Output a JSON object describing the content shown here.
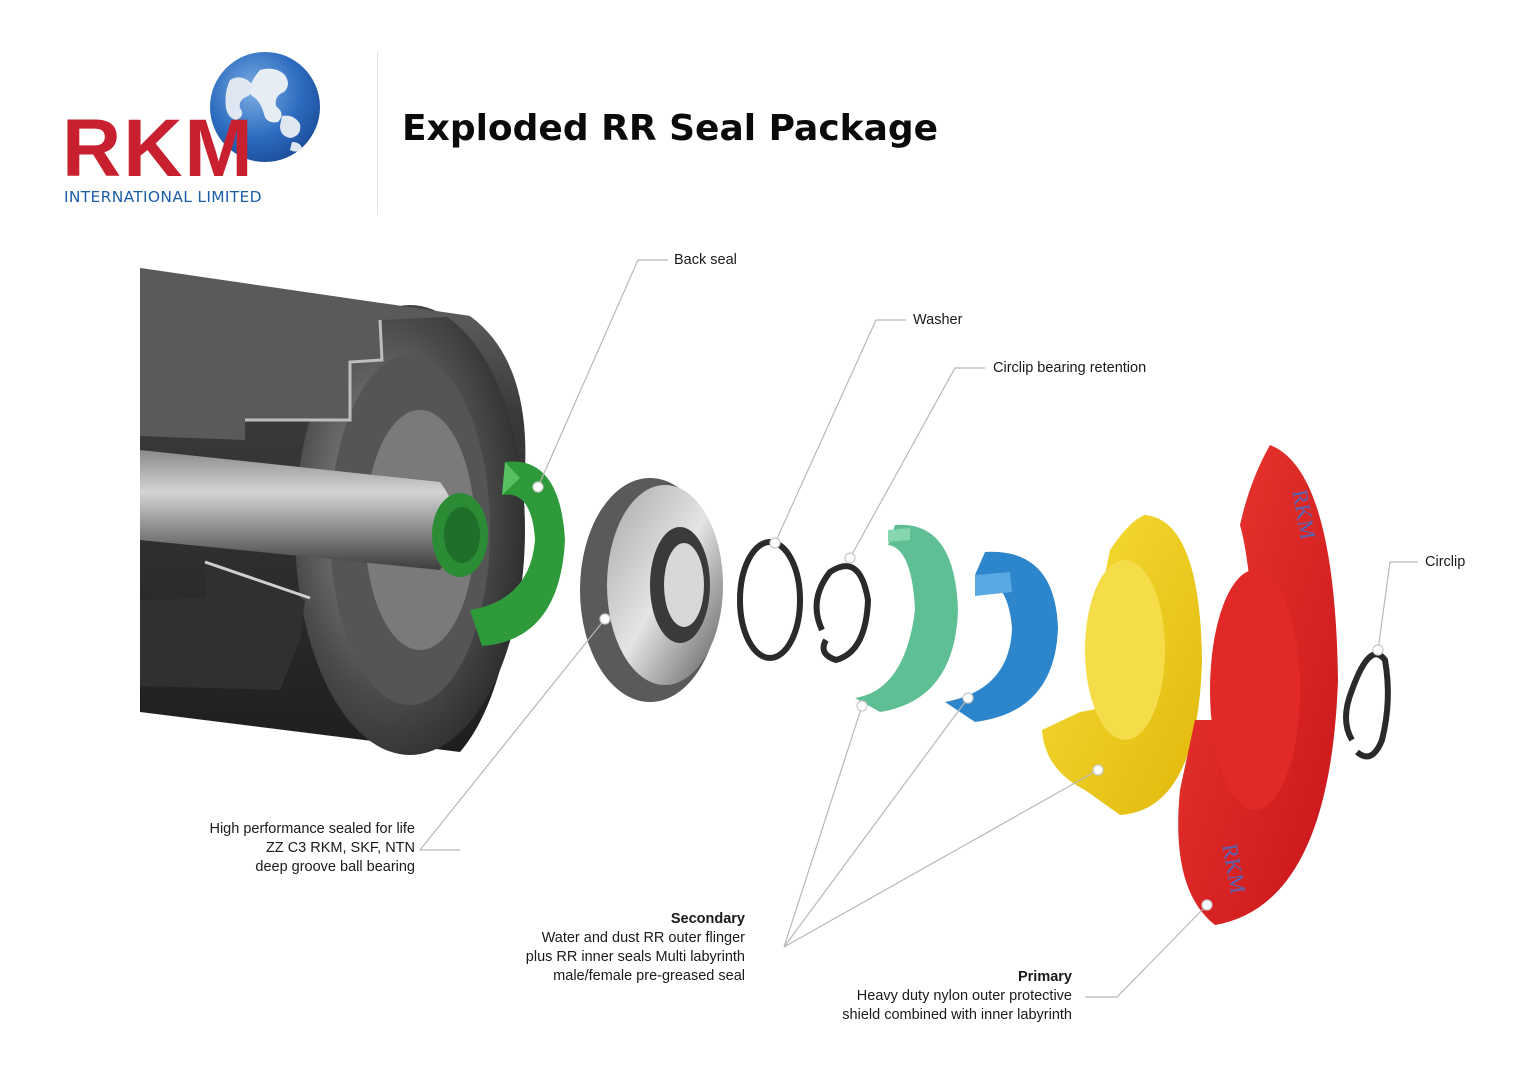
{
  "brand": {
    "name": "RKM",
    "subtitle": "INTERNATIONAL LIMITED",
    "red": "#c8202e",
    "blue": "#1d5ea8"
  },
  "title": "Exploded RR Seal Package",
  "labels": {
    "back_seal": "Back seal",
    "washer": "Washer",
    "circlip_bearing_retention": "Circlip bearing retention",
    "circlip": "Circlip",
    "bearing": {
      "line1": "High performance sealed for life",
      "line2": "ZZ C3 RKM, SKF, NTN",
      "line3": "deep groove ball bearing"
    },
    "secondary": {
      "heading": "Secondary",
      "line1": "Water and dust RR outer flinger",
      "line2": "plus RR inner seals Multi labyrinth",
      "line3": "male/female pre-greased seal"
    },
    "primary": {
      "heading": "Primary",
      "line1": "Heavy duty nylon outer protective",
      "line2": "shield combined with inner labyrinth"
    }
  },
  "part_colors": {
    "back_seal": "#2e9a3a",
    "inner_seal": "#5fbf94",
    "inner_seal_blue": "#2d86cc",
    "flinger": "#f2cf12",
    "shield": "#e01f25",
    "metal": "#2a2a2a"
  },
  "shield_marking": "RKM"
}
